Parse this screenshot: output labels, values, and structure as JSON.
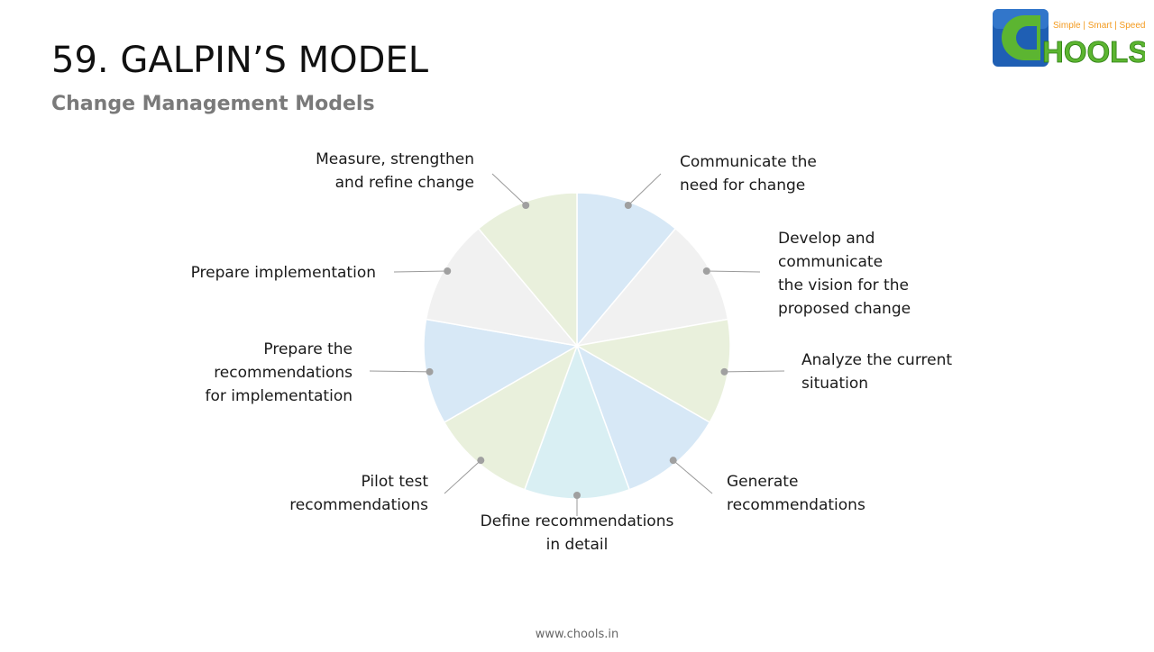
{
  "header": {
    "title": "59. GALPIN’S MODEL",
    "subtitle": "Change Management Models"
  },
  "logo": {
    "tagline": "Simple | Smart | Speed",
    "brand": "CHOOLS",
    "colors": {
      "blue": "#1f5fb4",
      "green": "#5cb531",
      "orange": "#f39a1e"
    }
  },
  "diagram": {
    "steps": [
      {
        "label": "Communicate the\nneed for change",
        "color": "#d7e8f6"
      },
      {
        "label": "Develop and\ncommunicate\n the vision for the\nproposed change",
        "color": "#f1f1f1"
      },
      {
        "label": "Analyze the current\nsituation",
        "color": "#e9f0dc"
      },
      {
        "label": "Generate\nrecommendations",
        "color": "#d7e8f6"
      },
      {
        "label": "Define recommendations\nin detail",
        "color": "#d9eff3"
      },
      {
        "label": "Pilot test\nrecommendations",
        "color": "#e9f0dc"
      },
      {
        "label": "Prepare the\nrecommendations\nfor implementation",
        "color": "#d7e8f6"
      },
      {
        "label": "Prepare implementation",
        "color": "#f1f1f1"
      },
      {
        "label": "Measure, strengthen\nand refine change",
        "color": "#e9f0dc"
      }
    ],
    "line_color": "#9a9a9a",
    "dot_color": "#a0a0a0"
  },
  "footer": {
    "text": "www.chools.in"
  }
}
